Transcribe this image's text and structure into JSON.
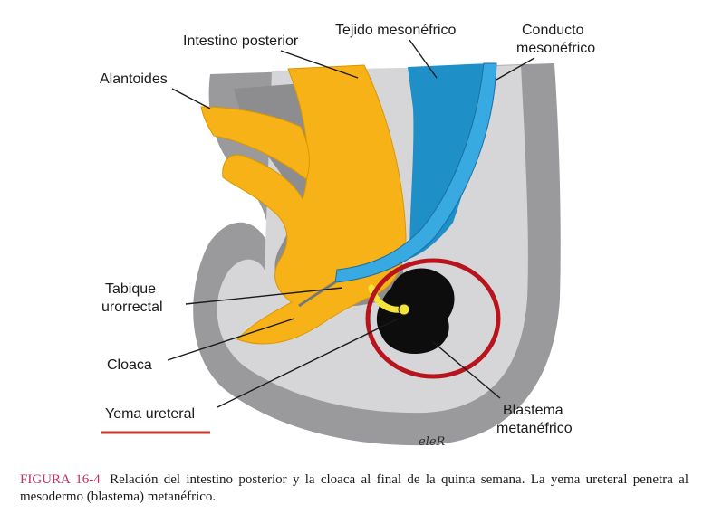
{
  "labels": {
    "intestino_posterior": "Intestino posterior",
    "tejido_mesonefrico": "Tejido mesonéfrico",
    "conducto_line1": "Conducto",
    "conducto_line2": "mesonéfrico",
    "alantoides": "Alantoides",
    "tabique_line1": "Tabique",
    "tabique_line2": "urorrectal",
    "cloaca": "Cloaca",
    "yema_ureteral": "Yema ureteral",
    "blastema_line1": "Blastema",
    "blastema_line2": "metanéfrico"
  },
  "signature": "eleR",
  "caption": {
    "figure_number": "FIGURA 16-4",
    "text": "Relación del intestino posterior y la cloaca al final de la quinta semana. La yema ureteral penetra al mesodermo (blastema) metanéfrico."
  },
  "colors": {
    "hindgut": "#f6b216",
    "mesonephric_tissue": "#1f8fc8",
    "duct": "#39a9e2",
    "ureteric_bud": "#f2e43a",
    "blastema": "#0d0d0d",
    "outer_gray": "#9a9a9c",
    "light_gray": "#d6d6d8",
    "highlight_circle": "#b8141e",
    "underline": "#c0392b"
  }
}
